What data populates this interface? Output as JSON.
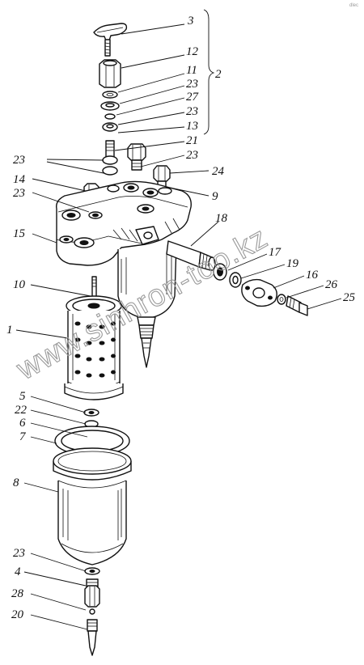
{
  "watermark": "www.sinhron-too.kz",
  "corner_mark": "dlec",
  "callouts": [
    {
      "id": "c3",
      "text": "3"
    },
    {
      "id": "c12",
      "text": "12"
    },
    {
      "id": "c11",
      "text": "11"
    },
    {
      "id": "c23a",
      "text": "23"
    },
    {
      "id": "c27",
      "text": "27"
    },
    {
      "id": "c23b",
      "text": "23"
    },
    {
      "id": "c13",
      "text": "13"
    },
    {
      "id": "c2",
      "text": "2"
    },
    {
      "id": "c21",
      "text": "21"
    },
    {
      "id": "c23c",
      "text": "23"
    },
    {
      "id": "c23d",
      "text": "23"
    },
    {
      "id": "c24",
      "text": "24"
    },
    {
      "id": "c14",
      "text": "14"
    },
    {
      "id": "c23e",
      "text": "23"
    },
    {
      "id": "c9",
      "text": "9"
    },
    {
      "id": "c18",
      "text": "18"
    },
    {
      "id": "c15",
      "text": "15"
    },
    {
      "id": "c17",
      "text": "17"
    },
    {
      "id": "c19",
      "text": "19"
    },
    {
      "id": "c16",
      "text": "16"
    },
    {
      "id": "c26",
      "text": "26"
    },
    {
      "id": "c25",
      "text": "25"
    },
    {
      "id": "c10",
      "text": "10"
    },
    {
      "id": "c1",
      "text": "1"
    },
    {
      "id": "c5",
      "text": "5"
    },
    {
      "id": "c22",
      "text": "22"
    },
    {
      "id": "c6",
      "text": "6"
    },
    {
      "id": "c7",
      "text": "7"
    },
    {
      "id": "c8",
      "text": "8"
    },
    {
      "id": "c23f",
      "text": "23"
    },
    {
      "id": "c4",
      "text": "4"
    },
    {
      "id": "c28",
      "text": "28"
    },
    {
      "id": "c20",
      "text": "20"
    }
  ]
}
